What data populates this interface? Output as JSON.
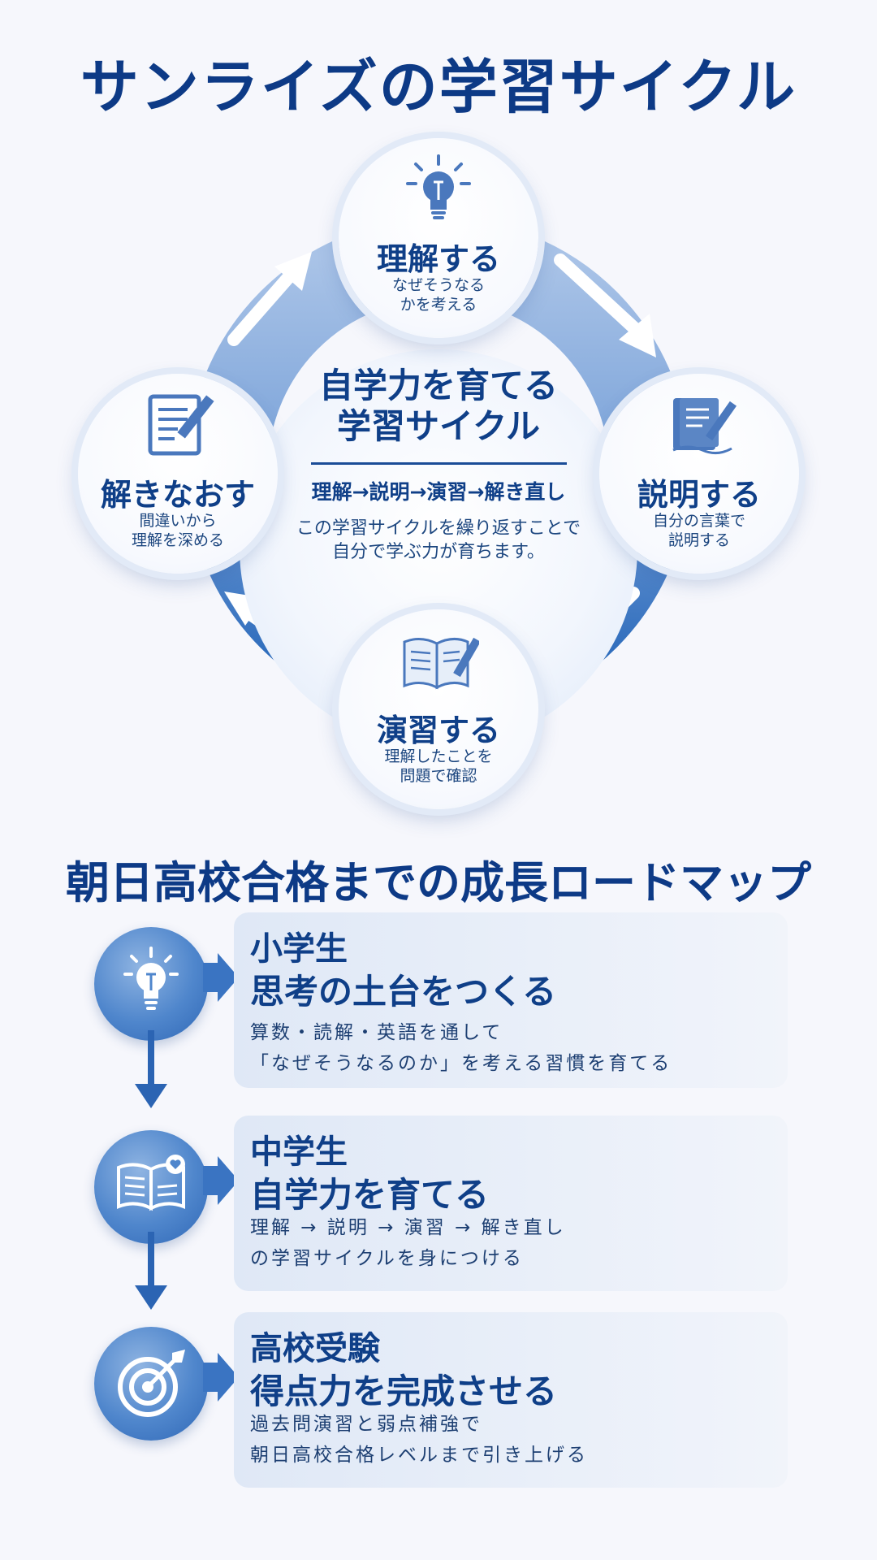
{
  "title": "サンライズの学習サイクル",
  "cycle": {
    "center": {
      "title_line1": "自学力を育てる",
      "title_line2": "学習サイクル",
      "flow": "理解→説明→演習→解き直し",
      "desc_line1": "この学習サイクルを繰り返すことで",
      "desc_line2": "自分で学ぶ力が育ちます。"
    },
    "steps": [
      {
        "title": "理解する",
        "desc_line1": "なぜそうなる",
        "desc_line2": "かを考える",
        "icon": "lightbulb-icon"
      },
      {
        "title": "説明する",
        "desc_line1": "自分の言葉で",
        "desc_line2": "説明する",
        "icon": "notebook-pen-icon"
      },
      {
        "title": "演習する",
        "desc_line1": "理解したことを",
        "desc_line2": "問題で確認",
        "icon": "open-book-pencil-icon"
      },
      {
        "title": "解きなおす",
        "desc_line1": "間違いから",
        "desc_line2": "理解を深める",
        "icon": "edit-document-icon"
      }
    ]
  },
  "roadmap": {
    "title": "朝日高校合格までの成長ロードマップ",
    "stages": [
      {
        "grade": "小学生",
        "goal": "思考の土台をつくる",
        "desc_line1": "算数・読解・英語を通して",
        "desc_line2": "「なぜそうなるのか」を考える習慣を育てる",
        "icon": "lightbulb-icon"
      },
      {
        "grade": "中学生",
        "goal": "自学力を育てる",
        "desc_line1": "理解 → 説明 → 演習 → 解き直し",
        "desc_line2": "の学習サイクルを身につける",
        "icon": "book-heart-icon"
      },
      {
        "grade": "高校受験",
        "goal": "得点力を完成させる",
        "desc_line1": "過去問演習と弱点補強で",
        "desc_line2": "朝日高校合格レベルまで引き上げる",
        "icon": "target-icon"
      }
    ]
  },
  "colors": {
    "primary": "#0d3a86",
    "ring_light": "#9dbbe3",
    "ring_dark": "#2c6bbd",
    "background": "#f6f7fc"
  }
}
